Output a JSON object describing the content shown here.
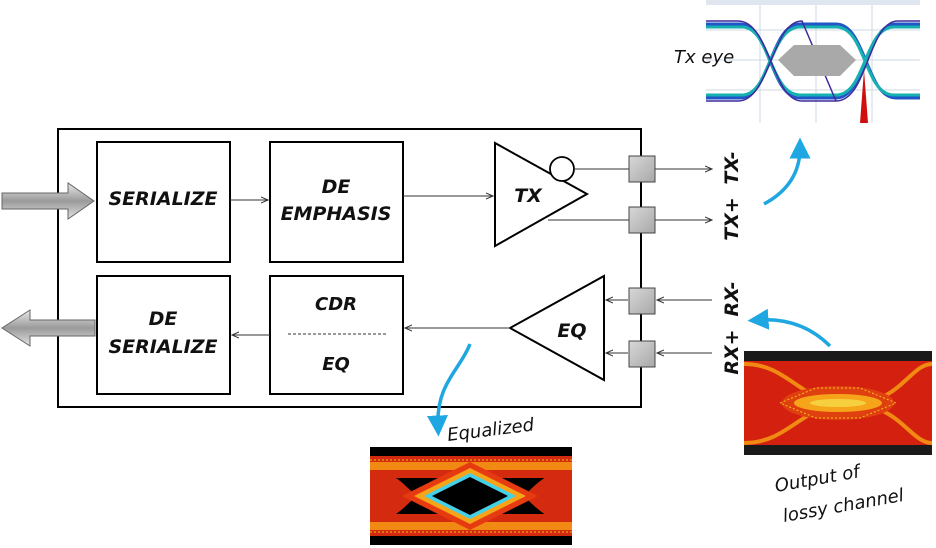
{
  "blocks": {
    "serialize": "SERIALIZE",
    "de_emphasis_line1": "DE",
    "de_emphasis_line2": "EMPHASIS",
    "tx": "TX",
    "de_serialize_line1": "DE",
    "de_serialize_line2": "SERIALIZE",
    "cdr": "CDR",
    "eq_in_cdr": "EQ",
    "eq_amp": "EQ"
  },
  "pins": {
    "tx_minus": "TX-",
    "tx_plus": "TX+",
    "rx_minus": "RX-",
    "rx_plus": "RX+"
  },
  "annotations": {
    "tx_eye": "Tx eye",
    "equalized": "Equalized",
    "lossy_line1": "Output of",
    "lossy_line2": "lossy channel"
  },
  "colors": {
    "accent_arrow": "#1ea7e1",
    "block_stroke": "#000000"
  }
}
